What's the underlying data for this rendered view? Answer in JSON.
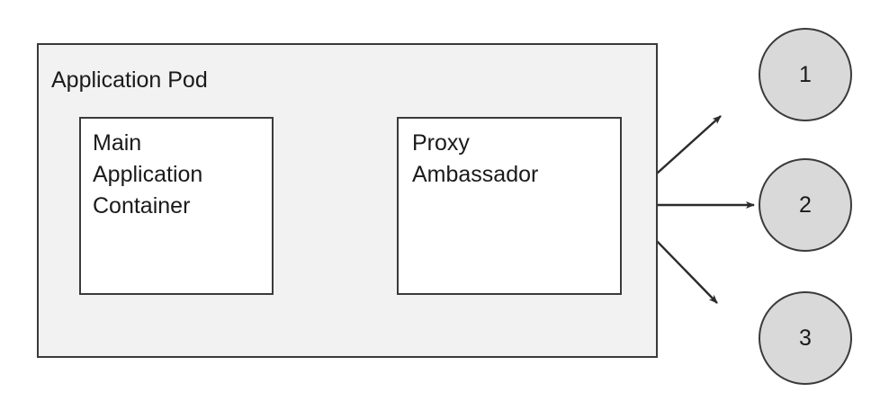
{
  "diagram": {
    "type": "ambassador-pattern-architecture",
    "pod": {
      "title": "Application Pod",
      "fill_color": "#f2f2f2",
      "stroke_color": "#3a3a3a"
    },
    "containers": [
      {
        "id": "main-application-container",
        "label": "Main\nApplication\nContainer",
        "fill_color": "#ffffff"
      },
      {
        "id": "proxy-ambassador",
        "label": "Proxy\nAmbassador",
        "fill_color": "#ffffff"
      }
    ],
    "external_nodes": [
      {
        "id": "node-1",
        "label": "1",
        "fill_color": "#d9d9d9"
      },
      {
        "id": "node-2",
        "label": "2",
        "fill_color": "#d9d9d9"
      },
      {
        "id": "node-3",
        "label": "3",
        "fill_color": "#d9d9d9"
      }
    ],
    "connectors": [
      {
        "id": "main-to-proxy",
        "from": "main-application-container",
        "to": "proxy-ambassador",
        "style": "arrow"
      },
      {
        "id": "proxy-to-node-1",
        "from": "proxy-ambassador",
        "to": "node-1",
        "style": "arrow"
      },
      {
        "id": "proxy-to-node-2",
        "from": "proxy-ambassador",
        "to": "node-2",
        "style": "arrow"
      },
      {
        "id": "proxy-to-node-3",
        "from": "proxy-ambassador",
        "to": "node-3",
        "style": "arrow"
      }
    ]
  }
}
